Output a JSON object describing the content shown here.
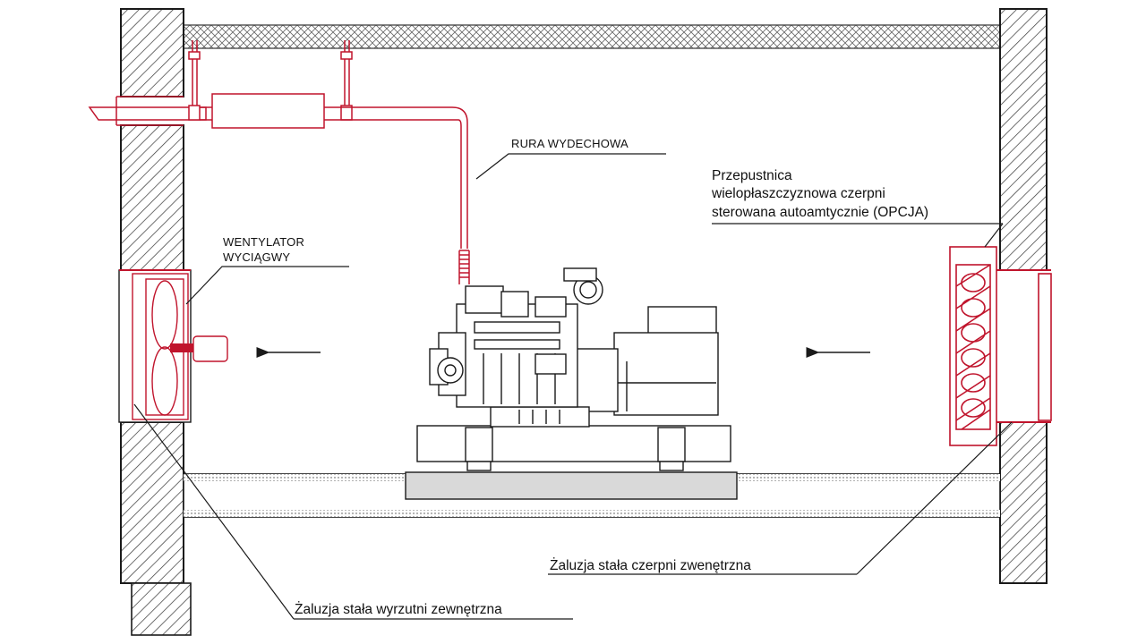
{
  "labels": {
    "exhaust_pipe": "RURA WYDECHOWA",
    "fan_line1": "WENTYLATOR",
    "fan_line2": "WYCIĄGWY",
    "damper_line1": "Przepustnica",
    "damper_line2": "wielopłaszczyznowa czerpni",
    "damper_line3": "sterowana autoamtycznie (OPCJA)",
    "intake_louver": "Żaluzja stała czerpni zwenętrzna",
    "exhaust_louver": "Żaluzja stała wyrzutni zewnętrzna"
  },
  "colors": {
    "line": "#1a1a1a",
    "accent": "#c0142c",
    "foundation": "#d9d9d9",
    "hatch": "#333333"
  },
  "icons": {
    "airflow_left": "arrow-left-icon",
    "airflow_right": "arrow-left-icon"
  }
}
